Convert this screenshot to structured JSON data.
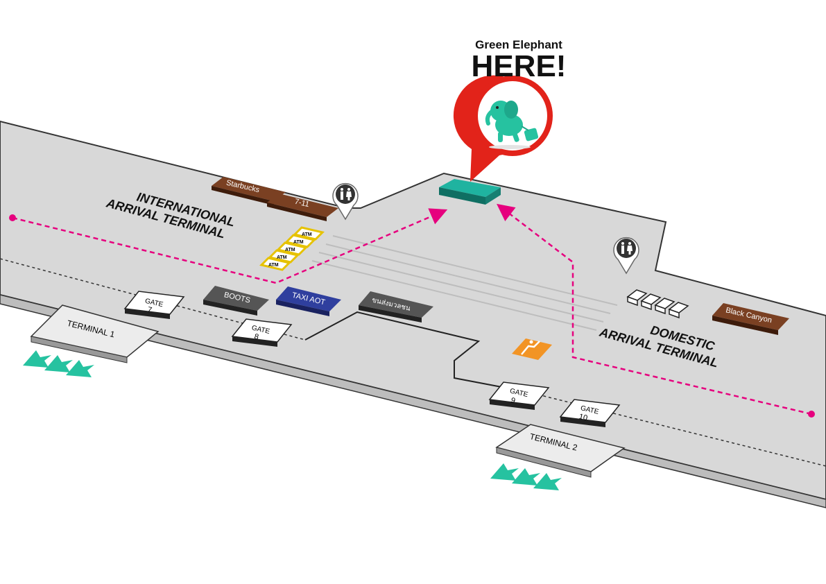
{
  "header": {
    "brand": "Green Elephant",
    "callout": "HERE!"
  },
  "areas": {
    "international_line1": "INTERNATIONAL",
    "international_line2": "ARRIVAL TERMINAL",
    "domestic_line1": "DOMESTIC",
    "domestic_line2": "ARRIVAL TERMINAL"
  },
  "shops": {
    "starbucks": "Starbucks",
    "seven_eleven": "7-11",
    "boots": "BOOTS",
    "taxi": "TAXI AOT",
    "transport": "ขนส่งมวลชน",
    "black_canyon": "Black Canyon",
    "atm": "ATM"
  },
  "gates": {
    "gate7_a": "GATE",
    "gate7_b": "7",
    "gate8_a": "GATE",
    "gate8_b": "8",
    "gate9_a": "GATE",
    "gate9_b": "9",
    "gate10_a": "GATE",
    "gate10_b": "10"
  },
  "terminals": {
    "t1": "TERMINAL 1",
    "t2": "TERMINAL 2"
  },
  "icons": [
    "restroom-icon",
    "elephant-mascot-icon",
    "escalator-icon",
    "entry-arrow-icon"
  ],
  "colors": {
    "floor": "#d9d9d9",
    "route": "#e6007e",
    "pin": "#e2231a",
    "teal": "#1fb3a0",
    "brown": "#5a2a14",
    "taxi_blue": "#2f3f9e",
    "escalator_orange": "#f29425"
  }
}
